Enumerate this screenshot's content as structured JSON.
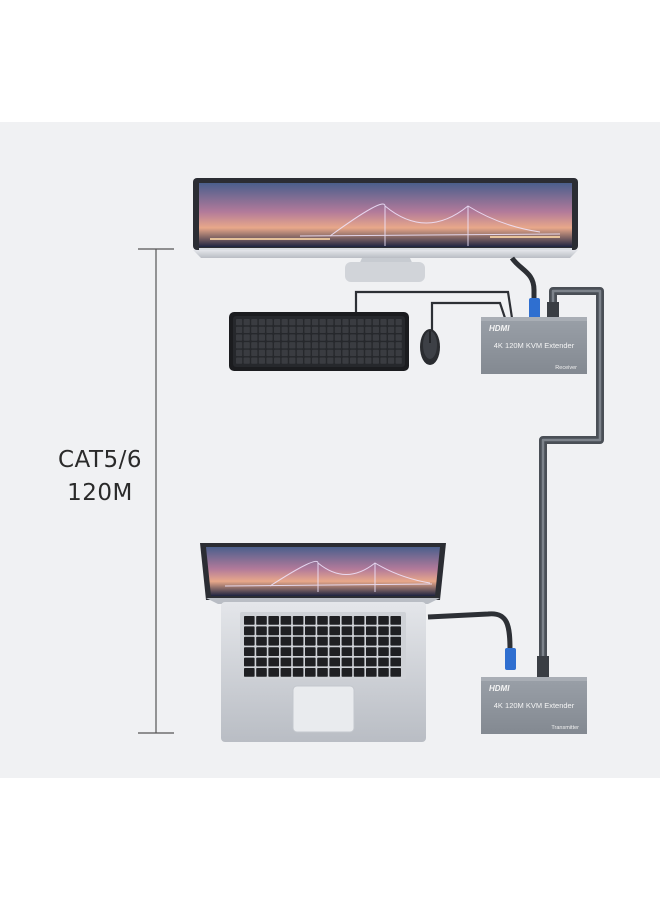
{
  "distance": {
    "cable": "CAT5/6",
    "length": "120M"
  },
  "receiver": {
    "brand": "HDMI",
    "title": "4K 120M KVM Extender",
    "role": "Receiver"
  },
  "transmitter": {
    "brand": "HDMI",
    "title": "4K 120M KVM Extender",
    "role": "Transmitter"
  },
  "colors": {
    "panel": "#f0f1f3",
    "extender_box": "#8e949c",
    "cable": "#4a4f56",
    "connector_accent": "#2f6fd0"
  }
}
